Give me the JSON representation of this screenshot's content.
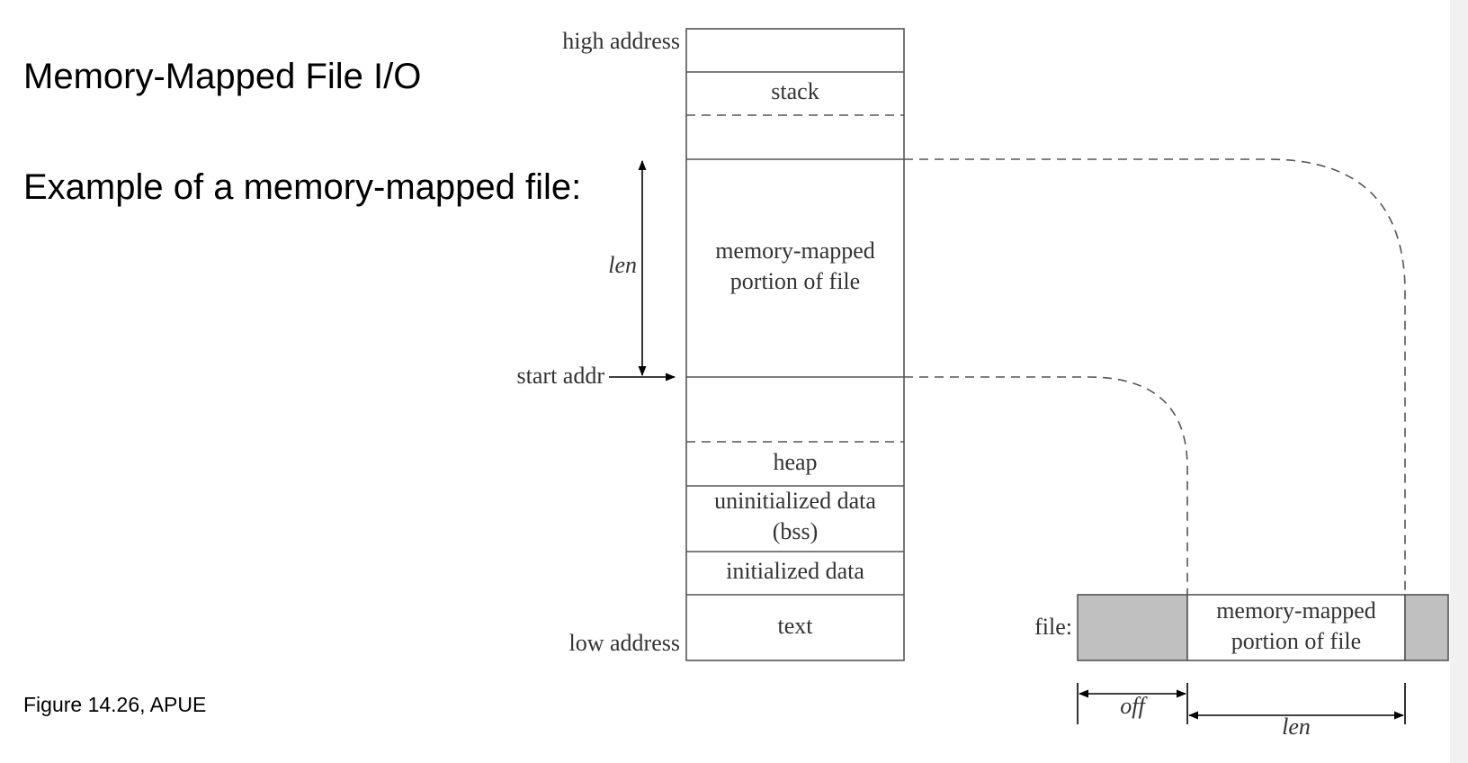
{
  "page": {
    "title": "Memory-Mapped File I/O",
    "subtitle": "Example of a memory-mapped file:",
    "caption": "Figure 14.26, APUE"
  },
  "diagram": {
    "side_labels": {
      "high_address": "high address",
      "low_address": "low address",
      "start_addr": "start addr",
      "len": "len"
    },
    "segments": {
      "stack": "stack",
      "mapped_line1": "memory-mapped",
      "mapped_line2": "portion of file",
      "heap": "heap",
      "bss_line1": "uninitialized data",
      "bss_line2": "(bss)",
      "data": "initialized data",
      "text": "text"
    },
    "file": {
      "label": "file:",
      "mapped_line1": "memory-mapped",
      "mapped_line2": "portion of file",
      "off": "off",
      "len": "len"
    }
  },
  "colors": {
    "line": "#555555",
    "file_shade": "#c0c0c0",
    "background": "#ffffff",
    "scrollbar": "#f1f1f1"
  }
}
